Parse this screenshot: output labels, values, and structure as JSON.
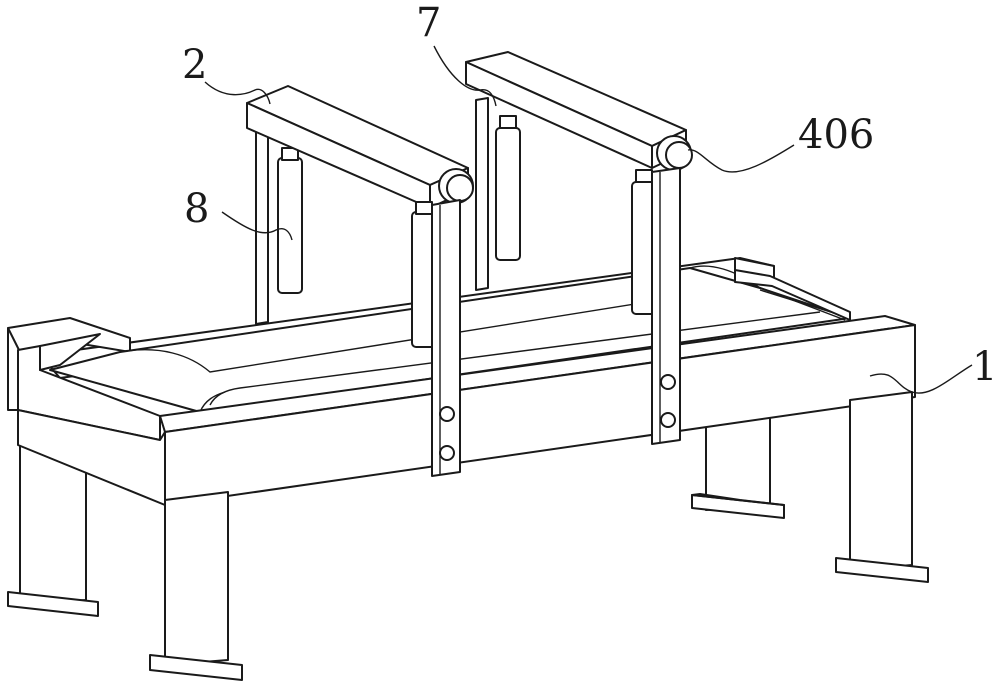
{
  "figure": {
    "labels": [
      {
        "id": "1",
        "text": "1"
      },
      {
        "id": "2",
        "text": "2"
      },
      {
        "id": "7",
        "text": "7"
      },
      {
        "id": "8",
        "text": "8"
      },
      {
        "id": "406",
        "text": "406"
      }
    ],
    "colors": {
      "line": "#1a1a1a",
      "fill": "#ffffff"
    }
  }
}
